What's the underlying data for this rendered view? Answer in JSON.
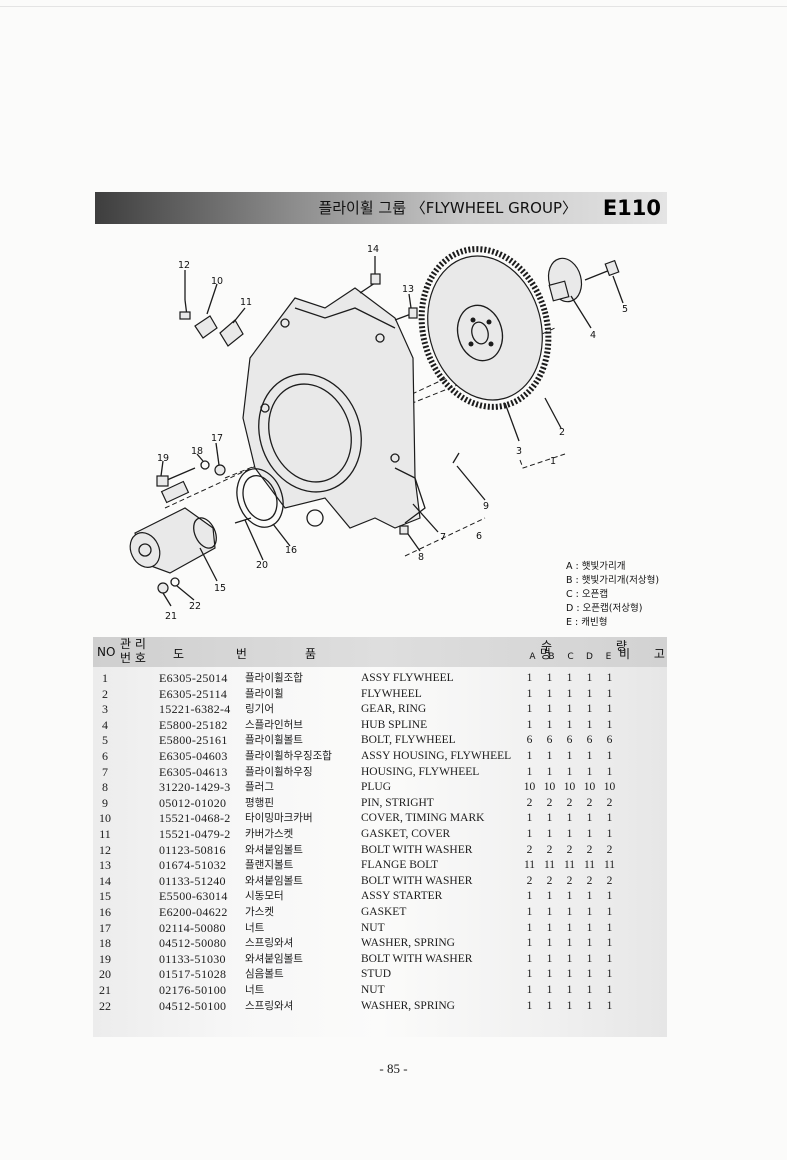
{
  "header": {
    "title": "플라이휠 그룹 〈FLYWHEEL GROUP〉",
    "code": "E110"
  },
  "diagram": {
    "callouts": [
      "1",
      "2",
      "3",
      "4",
      "5",
      "6",
      "7",
      "8",
      "9",
      "10",
      "11",
      "12",
      "13",
      "14",
      "15",
      "16",
      "17",
      "18",
      "19",
      "20",
      "21",
      "22"
    ]
  },
  "legend": [
    "A : 햇빛가리개",
    "B : 햇빛가리개(저상형)",
    "C : 오픈캡",
    "D : 오픈캡(저상형)",
    "E : 캐빈형"
  ],
  "table": {
    "headers": {
      "no": "NO",
      "mgmt_top": "관 리",
      "mgmt_bottom": "번 호",
      "drawing": "도 번",
      "name": "품 명",
      "qty": "수 량",
      "cols": [
        "A",
        "B",
        "C",
        "D",
        "E"
      ],
      "remark": "비 고"
    },
    "rows": [
      {
        "no": "1",
        "part": "E6305-25014",
        "ko": "플라이휠조합",
        "en": "ASSY FLYWHEEL",
        "q": [
          "1",
          "1",
          "1",
          "1",
          "1"
        ]
      },
      {
        "no": "2",
        "part": "E6305-25114",
        "ko": "플라이휠",
        "en": "FLYWHEEL",
        "q": [
          "1",
          "1",
          "1",
          "1",
          "1"
        ]
      },
      {
        "no": "3",
        "part": "15221-6382-4",
        "ko": "링기어",
        "en": "GEAR, RING",
        "q": [
          "1",
          "1",
          "1",
          "1",
          "1"
        ]
      },
      {
        "no": "4",
        "part": "E5800-25182",
        "ko": "스플라인허브",
        "en": "HUB SPLINE",
        "q": [
          "1",
          "1",
          "1",
          "1",
          "1"
        ]
      },
      {
        "no": "5",
        "part": "E5800-25161",
        "ko": "플라이휠볼트",
        "en": "BOLT, FLYWHEEL",
        "q": [
          "6",
          "6",
          "6",
          "6",
          "6"
        ]
      },
      {
        "no": "6",
        "part": "E6305-04603",
        "ko": "플라이휠하우징조합",
        "en": "ASSY HOUSING, FLYWHEEL",
        "q": [
          "1",
          "1",
          "1",
          "1",
          "1"
        ]
      },
      {
        "no": "7",
        "part": "E6305-04613",
        "ko": "플라이휠하우징",
        "en": "HOUSING, FLYWHEEL",
        "q": [
          "1",
          "1",
          "1",
          "1",
          "1"
        ]
      },
      {
        "no": "8",
        "part": "31220-1429-3",
        "ko": "플러그",
        "en": "PLUG",
        "q": [
          "10",
          "10",
          "10",
          "10",
          "10"
        ]
      },
      {
        "no": "9",
        "part": "05012-01020",
        "ko": "평행핀",
        "en": "PIN, STRIGHT",
        "q": [
          "2",
          "2",
          "2",
          "2",
          "2"
        ]
      },
      {
        "no": "10",
        "part": "15521-0468-2",
        "ko": "타이밍마크카버",
        "en": "COVER, TIMING MARK",
        "q": [
          "1",
          "1",
          "1",
          "1",
          "1"
        ]
      },
      {
        "no": "11",
        "part": "15521-0479-2",
        "ko": "카버가스켓",
        "en": "GASKET, COVER",
        "q": [
          "1",
          "1",
          "1",
          "1",
          "1"
        ]
      },
      {
        "no": "12",
        "part": "01123-50816",
        "ko": "와셔붙임볼트",
        "en": "BOLT WITH WASHER",
        "q": [
          "2",
          "2",
          "2",
          "2",
          "2"
        ]
      },
      {
        "no": "13",
        "part": "01674-51032",
        "ko": "플랜지볼트",
        "en": "FLANGE BOLT",
        "q": [
          "11",
          "11",
          "11",
          "11",
          "11"
        ]
      },
      {
        "no": "14",
        "part": "01133-51240",
        "ko": "와셔붙임볼트",
        "en": "BOLT WITH WASHER",
        "q": [
          "2",
          "2",
          "2",
          "2",
          "2"
        ]
      },
      {
        "no": "15",
        "part": "E5500-63014",
        "ko": "시동모터",
        "en": "ASSY STARTER",
        "q": [
          "1",
          "1",
          "1",
          "1",
          "1"
        ]
      },
      {
        "no": "16",
        "part": "E6200-04622",
        "ko": "가스켓",
        "en": "GASKET",
        "q": [
          "1",
          "1",
          "1",
          "1",
          "1"
        ]
      },
      {
        "no": "17",
        "part": "02114-50080",
        "ko": "너트",
        "en": "NUT",
        "q": [
          "1",
          "1",
          "1",
          "1",
          "1"
        ]
      },
      {
        "no": "18",
        "part": "04512-50080",
        "ko": "스프링와셔",
        "en": "WASHER, SPRING",
        "q": [
          "1",
          "1",
          "1",
          "1",
          "1"
        ]
      },
      {
        "no": "19",
        "part": "01133-51030",
        "ko": "와셔붙임볼트",
        "en": "BOLT WITH WASHER",
        "q": [
          "1",
          "1",
          "1",
          "1",
          "1"
        ]
      },
      {
        "no": "20",
        "part": "01517-51028",
        "ko": "심음볼트",
        "en": "STUD",
        "q": [
          "1",
          "1",
          "1",
          "1",
          "1"
        ]
      },
      {
        "no": "21",
        "part": "02176-50100",
        "ko": "너트",
        "en": "NUT",
        "q": [
          "1",
          "1",
          "1",
          "1",
          "1"
        ]
      },
      {
        "no": "22",
        "part": "04512-50100",
        "ko": "스프링와셔",
        "en": "WASHER, SPRING",
        "q": [
          "1",
          "1",
          "1",
          "1",
          "1"
        ]
      }
    ]
  },
  "footer": {
    "page_number": "- 85 -"
  }
}
